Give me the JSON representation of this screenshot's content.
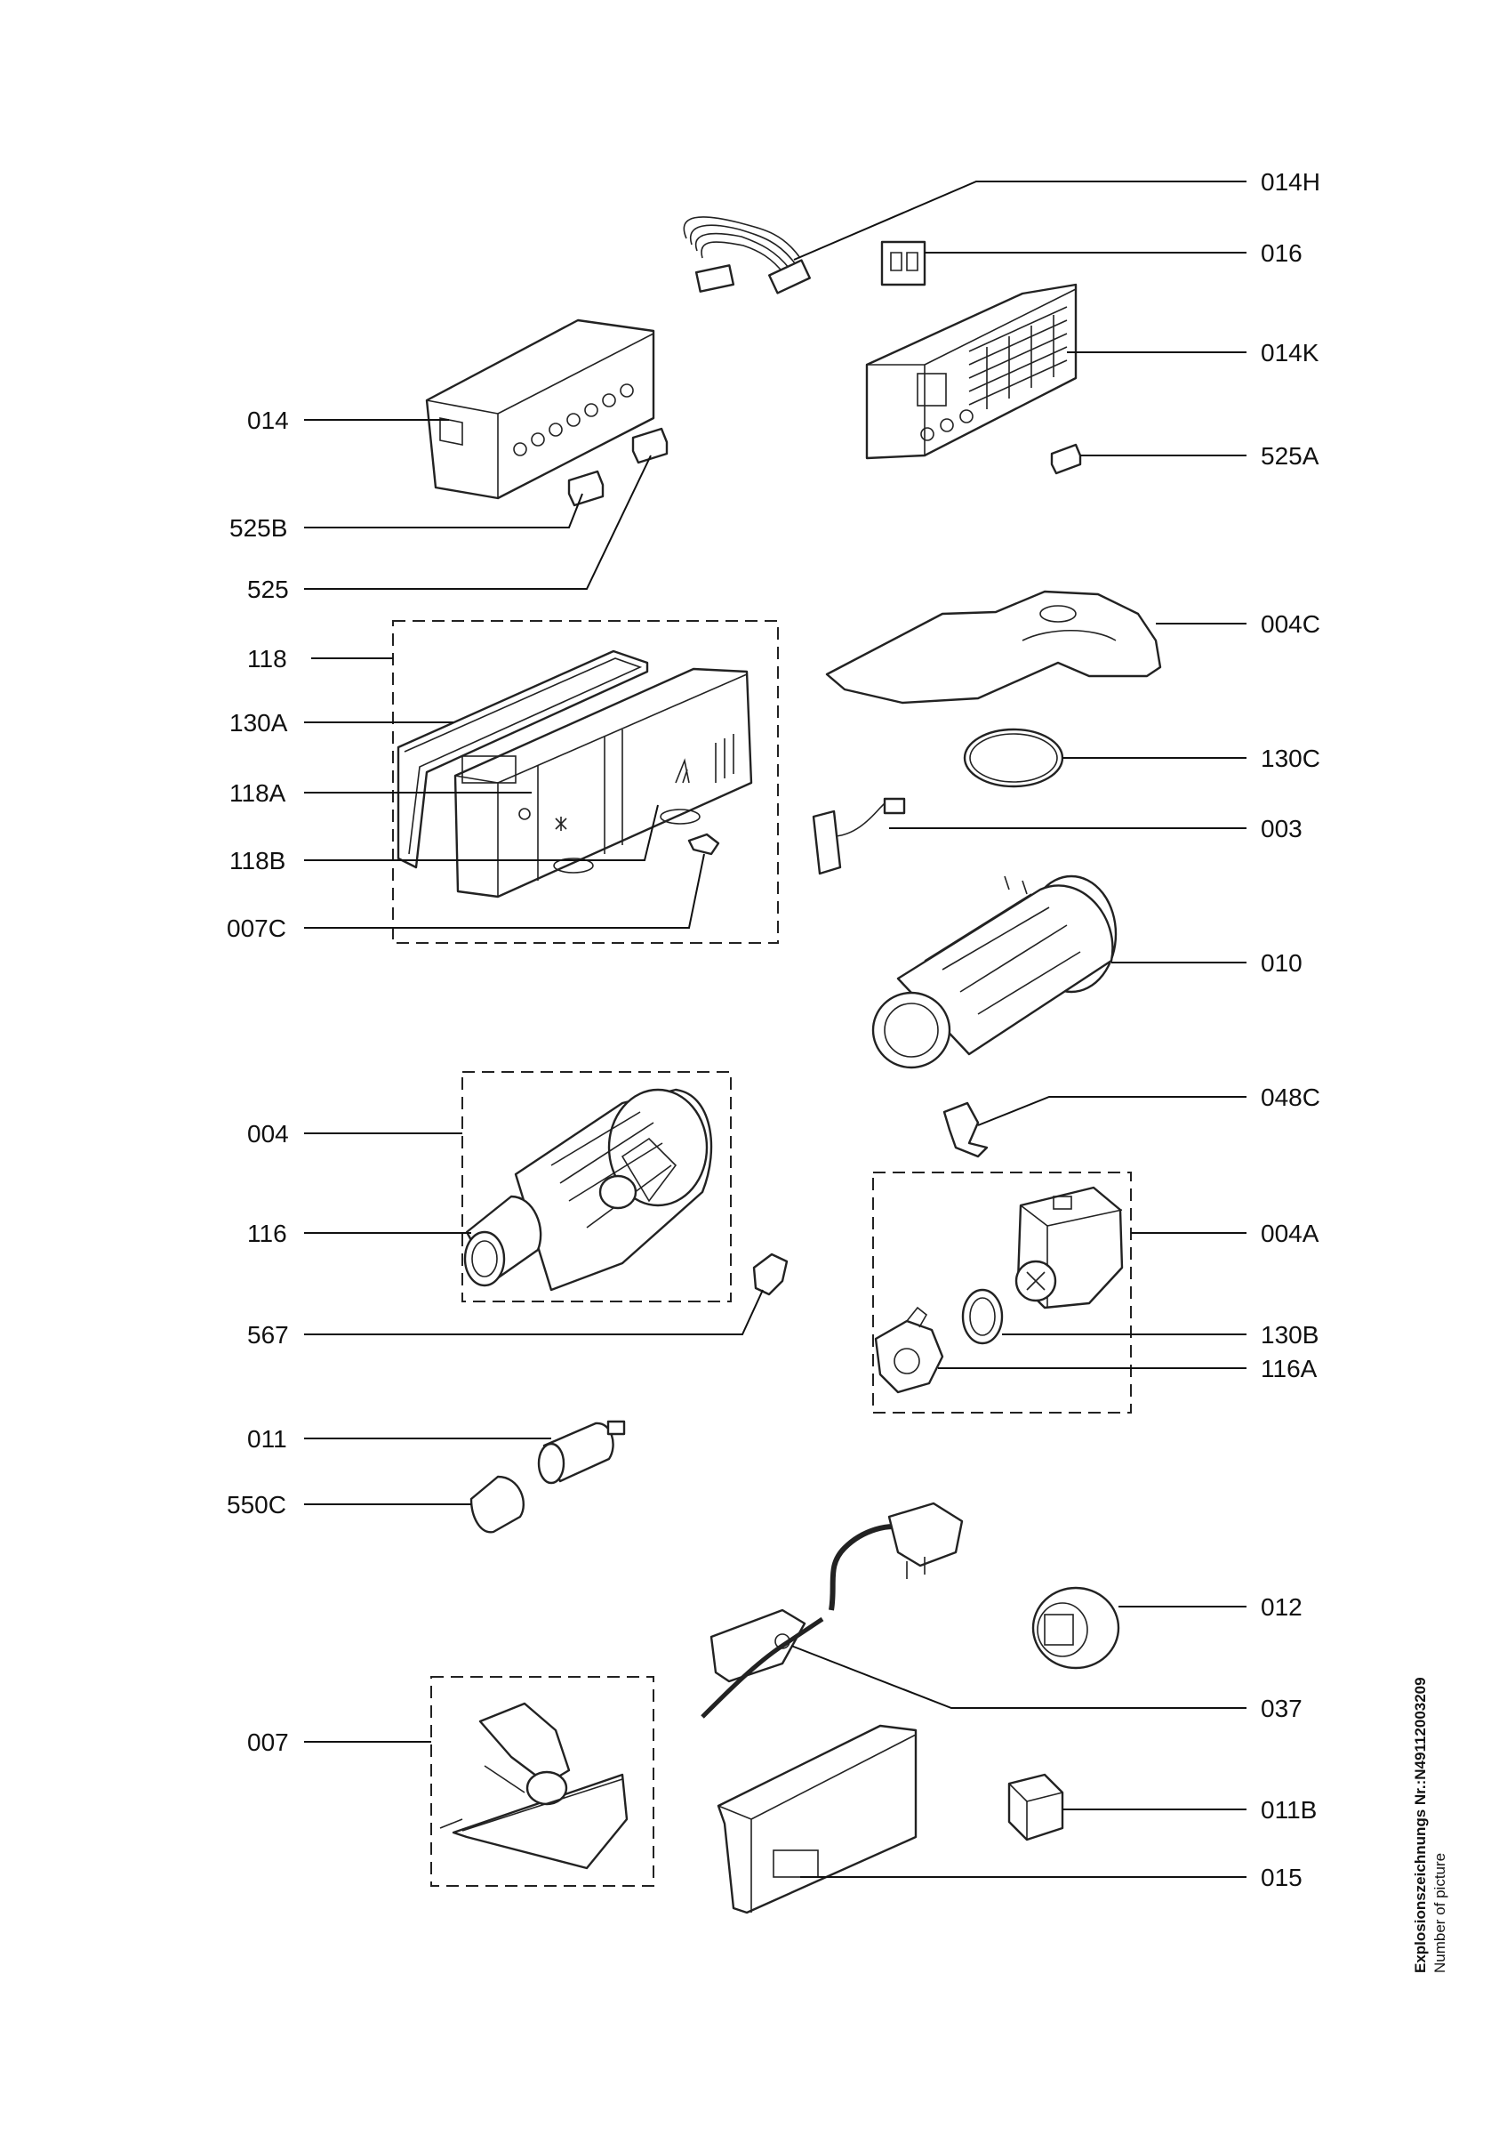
{
  "labels": {
    "p014H": "014H",
    "p016": "016",
    "p014K": "014K",
    "p014": "014",
    "p525A": "525A",
    "p525B": "525B",
    "p525": "525",
    "p004C": "004C",
    "p118": "118",
    "p130A": "130A",
    "p130C": "130C",
    "p118A": "118A",
    "p003": "003",
    "p118B": "118B",
    "p007C": "007C",
    "p010": "010",
    "p048C": "048C",
    "p004": "004",
    "p116": "116",
    "p004A": "004A",
    "p567": "567",
    "p130B": "130B",
    "p116A": "116A",
    "p011": "011",
    "p550C": "550C",
    "p012": "012",
    "p037": "037",
    "p007": "007",
    "p011B": "011B",
    "p015": "015"
  },
  "caption": {
    "line1": "Explosionszeichnungs Nr.:N49112003209",
    "line2": "Number of picture"
  }
}
